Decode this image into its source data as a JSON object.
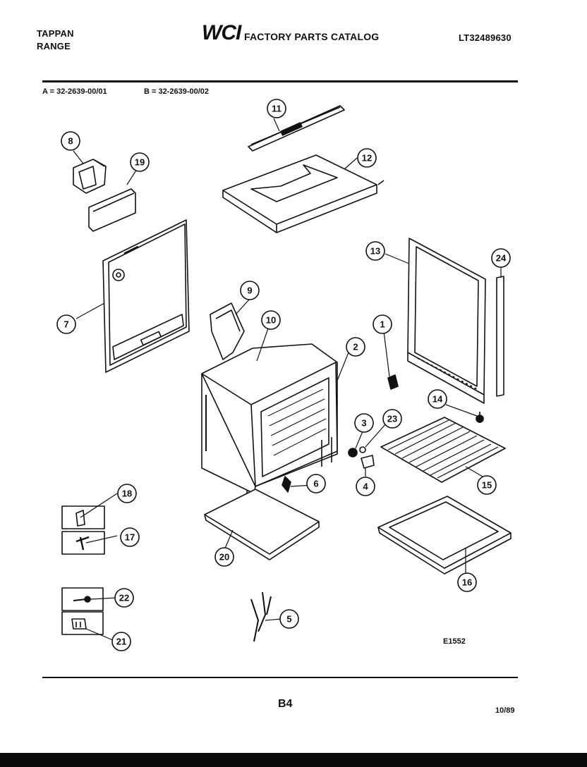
{
  "header": {
    "brand": "TAPPAN",
    "product": "RANGE",
    "logo_text": "WCI",
    "catalog_title": "FACTORY PARTS CATALOG",
    "model": "LT32489630"
  },
  "variants": {
    "a": "A = 32-2639-00/01",
    "b": "B = 32-2639-00/02"
  },
  "callouts": [
    "1",
    "2",
    "3",
    "4",
    "5",
    "6",
    "7",
    "8",
    "9",
    "10",
    "11",
    "12",
    "13",
    "14",
    "15",
    "16",
    "17",
    "18",
    "19",
    "20",
    "21",
    "22",
    "23",
    "24"
  ],
  "diagram_code": "E1552",
  "page_number": "B4",
  "date": "10/89",
  "colors": {
    "ink": "#111111",
    "paper": "#ffffff"
  }
}
